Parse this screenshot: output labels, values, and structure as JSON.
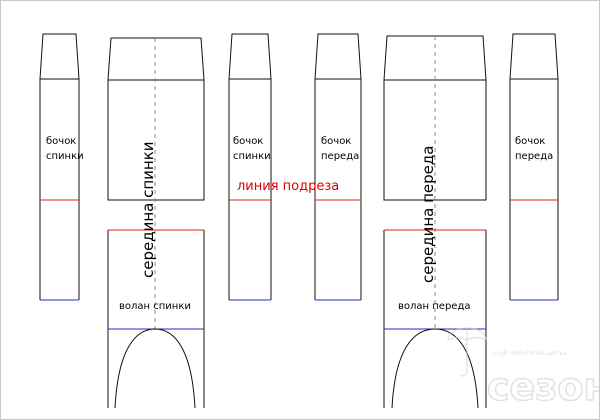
{
  "colors": {
    "outline": "#111111",
    "red_line": "#e0201e",
    "blue_line": "#1c2ec8",
    "dashed": "#888888",
    "label_red": "#e00000",
    "watermark": "#d4d4d4"
  },
  "labels": {
    "side_back_left": [
      "бочок",
      "спинки"
    ],
    "side_back_right": [
      "бочок",
      "спинки"
    ],
    "side_front_left": [
      "бочок",
      "переда"
    ],
    "side_front_right": [
      "бочок",
      "переда"
    ],
    "center_back": "середина спинки",
    "center_front": "середина переда",
    "cut_line": "линия подреза",
    "flounce_back": "волан спинки",
    "flounce_front": "волан переда"
  },
  "watermark": {
    "brand": "сезон",
    "tagline": "клуб любителей шитья"
  }
}
